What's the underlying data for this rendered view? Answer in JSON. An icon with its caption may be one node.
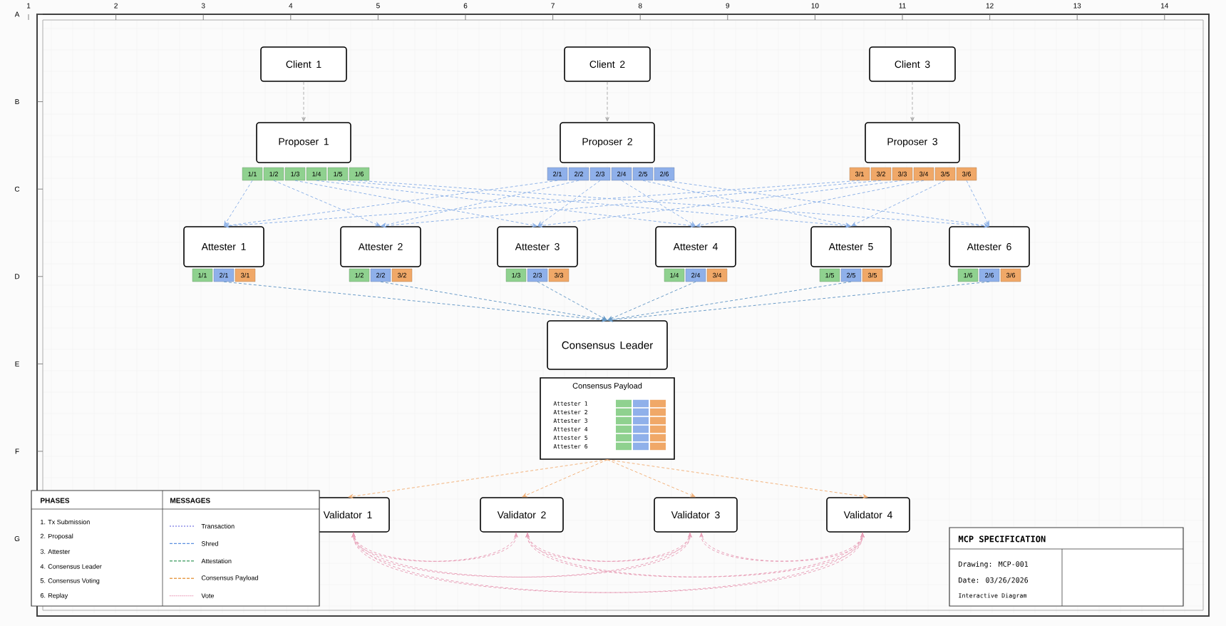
{
  "diagram": {
    "nodes": [
      {
        "text": [
          "Client 1"
        ]
      },
      {
        "text": [
          "Client 2"
        ]
      },
      {
        "text": [
          "Client 3"
        ]
      },
      {
        "text": [
          "Proposer 1"
        ]
      },
      {
        "text": [
          "Proposer 2"
        ]
      },
      {
        "text": [
          "Proposer 3"
        ]
      },
      {
        "text": [
          "1/1"
        ]
      },
      {
        "text": [
          "1/2"
        ]
      },
      {
        "text": [
          "1/3"
        ]
      },
      {
        "text": [
          "1/4"
        ]
      },
      {
        "text": [
          "1/5"
        ]
      },
      {
        "text": [
          "1/6"
        ]
      },
      {
        "text": [
          "2/1"
        ]
      },
      {
        "text": [
          "2/2"
        ]
      },
      {
        "text": [
          "2/3"
        ]
      },
      {
        "text": [
          "2/4"
        ]
      },
      {
        "text": [
          "2/5"
        ]
      },
      {
        "text": [
          "2/6"
        ]
      },
      {
        "text": [
          "3/1"
        ]
      },
      {
        "text": [
          "3/2"
        ]
      },
      {
        "text": [
          "3/3"
        ]
      },
      {
        "text": [
          "3/4"
        ]
      },
      {
        "text": [
          "3/5"
        ]
      },
      {
        "text": [
          "3/6"
        ]
      },
      {
        "text": [
          "Attester 1"
        ]
      },
      {
        "text": [
          "Attester 2"
        ]
      },
      {
        "text": [
          "Attester 3"
        ]
      },
      {
        "text": [
          "Attester 4"
        ]
      },
      {
        "text": [
          "Attester 5"
        ]
      },
      {
        "text": [
          "Attester 6"
        ]
      },
      {
        "text": [
          "1/1"
        ]
      },
      {
        "text": [
          "2/1"
        ]
      },
      {
        "text": [
          "3/1"
        ]
      },
      {
        "text": [
          "1/2"
        ]
      },
      {
        "text": [
          "2/2"
        ]
      },
      {
        "text": [
          "3/2"
        ]
      },
      {
        "text": [
          "1/3"
        ]
      },
      {
        "text": [
          "2/3"
        ]
      },
      {
        "text": [
          "3/3"
        ]
      },
      {
        "text": [
          "1/4"
        ]
      },
      {
        "text": [
          "2/4"
        ]
      },
      {
        "text": [
          "3/4"
        ]
      },
      {
        "text": [
          "1/5"
        ]
      },
      {
        "text": [
          "2/5"
        ]
      },
      {
        "text": [
          "3/5"
        ]
      },
      {
        "text": [
          "1/6"
        ]
      },
      {
        "text": [
          "2/6"
        ]
      },
      {
        "text": [
          "3/6"
        ]
      },
      {
        "text": [
          "Consensus Leader"
        ]
      },
      {
        "text": [
          "Consensus Payload",
          "Attester 1",
          "Attester 2",
          "Attester 3",
          "Attester 4",
          "Attester 5",
          "Attester 6"
        ]
      },
      {
        "text": [
          "Validator 1"
        ]
      },
      {
        "text": [
          "Validator 2"
        ]
      },
      {
        "text": [
          "Validator 3"
        ]
      },
      {
        "text": [
          "Validator 4"
        ]
      }
    ],
    "edges": [
      {
        "from": 0,
        "to": 3,
        "arrow": "to",
        "style": "dashed",
        "color": "#b0b0b0"
      },
      {
        "from": 1,
        "to": 4,
        "arrow": "to",
        "style": "dashed",
        "color": "#b0b0b0"
      },
      {
        "from": 2,
        "to": 5,
        "arrow": "to",
        "style": "dashed",
        "color": "#b0b0b0"
      },
      {
        "from": 6,
        "to": 24,
        "arrow": "to",
        "style": "dashed"
      },
      {
        "from": 7,
        "to": 25,
        "arrow": "to",
        "style": "dashed"
      },
      {
        "from": 8,
        "to": 26,
        "arrow": "to",
        "style": "dashed"
      },
      {
        "from": 9,
        "to": 27,
        "arrow": "to",
        "style": "dashed"
      },
      {
        "from": 10,
        "to": 28,
        "arrow": "to",
        "style": "dashed"
      },
      {
        "from": 11,
        "to": 29,
        "arrow": "to",
        "style": "dashed"
      },
      {
        "from": 12,
        "to": 24,
        "arrow": "to",
        "style": "dashed"
      },
      {
        "from": 13,
        "to": 25,
        "arrow": "to",
        "style": "dashed"
      },
      {
        "from": 14,
        "to": 26,
        "arrow": "to",
        "style": "dashed"
      },
      {
        "from": 15,
        "to": 27,
        "arrow": "to",
        "style": "dashed"
      },
      {
        "from": 16,
        "to": 28,
        "arrow": "to",
        "style": "dashed"
      },
      {
        "from": 17,
        "to": 29,
        "arrow": "to",
        "style": "dashed"
      },
      {
        "from": 18,
        "to": 24,
        "arrow": "to",
        "style": "dashed"
      },
      {
        "from": 19,
        "to": 25,
        "arrow": "to",
        "style": "dashed"
      },
      {
        "from": 20,
        "to": 26,
        "arrow": "to",
        "style": "dashed"
      },
      {
        "from": 21,
        "to": 27,
        "arrow": "to",
        "style": "dashed"
      },
      {
        "from": 22,
        "to": 28,
        "arrow": "to",
        "style": "dashed"
      },
      {
        "from": 23,
        "to": 29,
        "arrow": "to",
        "style": "dashed"
      },
      {
        "from": 31,
        "to": 48,
        "arrow": "to",
        "style": "dashed",
        "color": "#6a9cc8"
      },
      {
        "from": 34,
        "to": 48,
        "arrow": "to",
        "style": "dashed",
        "color": "#6a9cc8"
      },
      {
        "from": 37,
        "to": 48,
        "arrow": "to",
        "style": "dashed",
        "color": "#6a9cc8"
      },
      {
        "from": 40,
        "to": 48,
        "arrow": "to",
        "style": "dashed",
        "color": "#6a9cc8"
      },
      {
        "from": 43,
        "to": 48,
        "arrow": "to",
        "style": "dashed",
        "color": "#6a9cc8"
      },
      {
        "from": 46,
        "to": 48,
        "arrow": "to",
        "style": "dashed",
        "color": "#6a9cc8"
      },
      {
        "from": 49,
        "to": 50,
        "arrow": "to",
        "style": "dashed",
        "color": "#f2b27a"
      },
      {
        "from": 49,
        "to": 51,
        "arrow": "to",
        "style": "dashed",
        "color": "#f2b27a"
      },
      {
        "from": 49,
        "to": 52,
        "arrow": "to",
        "style": "dashed",
        "color": "#f2b27a"
      },
      {
        "from": 49,
        "to": 53,
        "arrow": "to",
        "style": "dashed",
        "color": "#f2b27a"
      },
      {
        "from": 50,
        "to": 51,
        "arrow": "to",
        "style": "dashed",
        "color": "#e8a0b8"
      },
      {
        "from": 50,
        "to": 52,
        "arrow": "to",
        "style": "dashed",
        "color": "#e8a0b8"
      },
      {
        "from": 50,
        "to": 53,
        "arrow": "to",
        "style": "dashed",
        "color": "#e8a0b8"
      },
      {
        "from": 51,
        "to": 50,
        "arrow": "to",
        "style": "dashed",
        "color": "#e8a0b8"
      },
      {
        "from": 51,
        "to": 52,
        "arrow": "to",
        "style": "dashed",
        "color": "#e8a0b8"
      },
      {
        "from": 51,
        "to": 53,
        "arrow": "to",
        "style": "dashed",
        "color": "#e8a0b8"
      },
      {
        "from": 52,
        "to": 50,
        "arrow": "to",
        "style": "dashed",
        "color": "#e8a0b8"
      },
      {
        "from": 52,
        "to": 51,
        "arrow": "to",
        "style": "dashed",
        "color": "#e8a0b8"
      },
      {
        "from": 52,
        "to": 53,
        "arrow": "to",
        "style": "dashed",
        "color": "#e8a0b8"
      },
      {
        "from": 53,
        "to": 50,
        "arrow": "to",
        "style": "dashed",
        "color": "#e8a0b8"
      },
      {
        "from": 53,
        "to": 51,
        "arrow": "to",
        "style": "dashed",
        "color": "#e8a0b8"
      },
      {
        "from": 53,
        "to": 52,
        "arrow": "to",
        "style": "dashed",
        "color": "#e8a0b8"
      }
    ],
    "labels": [
      "1",
      "2",
      "3",
      "4",
      "5",
      "6",
      "7",
      "8",
      "9",
      "10",
      "11",
      "12",
      "13",
      "14",
      "A",
      "B",
      "C",
      "D",
      "E",
      "F",
      "G",
      "PHASES",
      "1. Tx Submission",
      "2. Proposal",
      "3. Attester",
      "4. Consensus Leader",
      "5. Consensus Voting",
      "6. Replay",
      "MESSAGES",
      "MCP SPECIFICATION",
      "Drawing: MCP-001",
      "Date: 03/26/2026",
      "Interactive Diagram"
    ],
    "legend": [
      {
        "text": "Transaction"
      },
      {
        "text": "Shred"
      },
      {
        "text": "Attestation"
      },
      {
        "text": "Consensus Payload"
      },
      {
        "text": "Vote"
      }
    ]
  }
}
